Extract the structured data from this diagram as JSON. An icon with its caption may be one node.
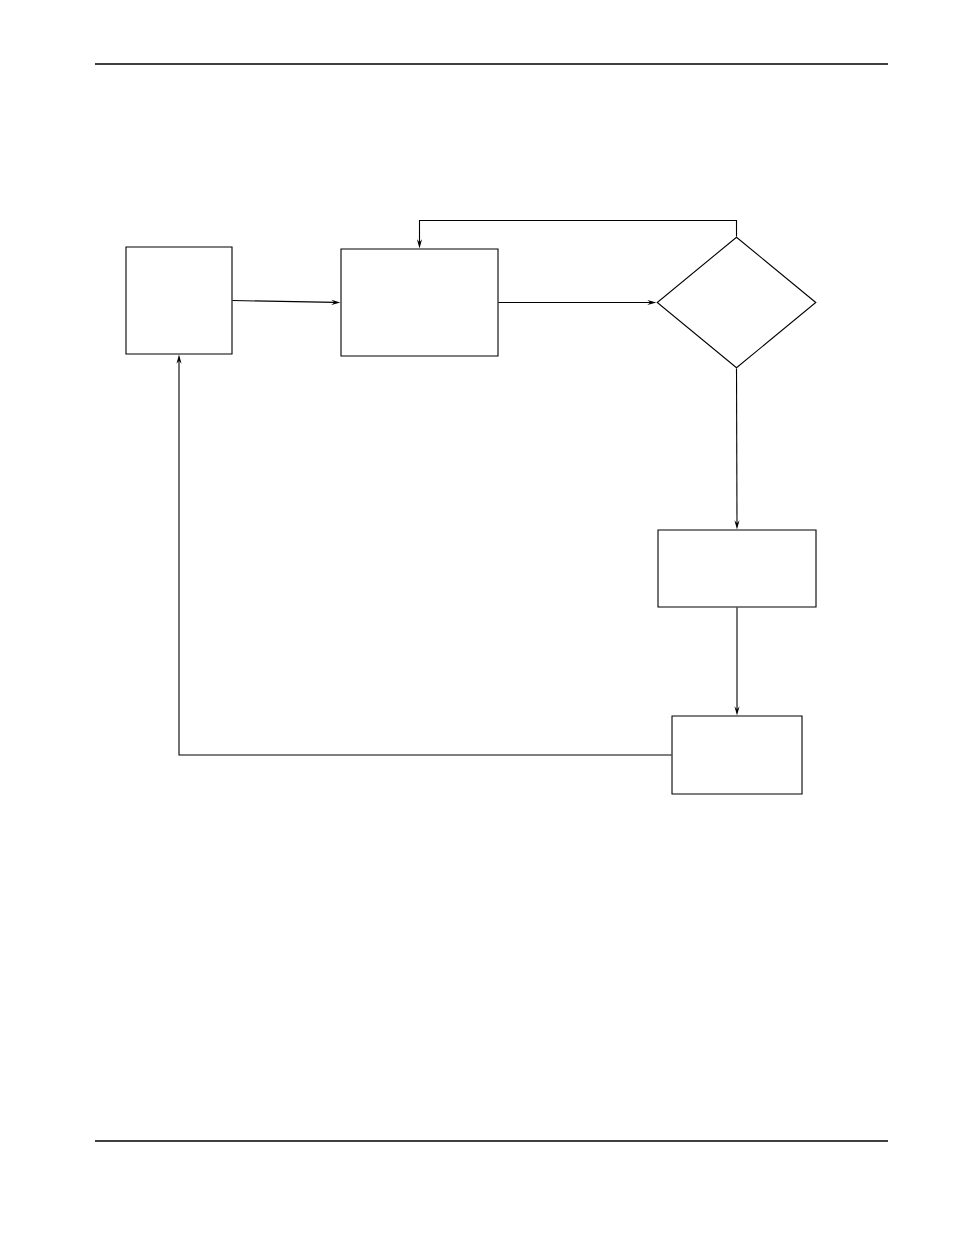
{
  "diagram": {
    "nodes": [
      {
        "text": [],
        "shape": "box"
      },
      {
        "text": [],
        "shape": "box"
      },
      {
        "text": [],
        "shape": "diamond"
      },
      {
        "text": [],
        "shape": "box"
      },
      {
        "text": [],
        "shape": "box"
      }
    ],
    "edges": [
      {
        "from": 0,
        "to": 1,
        "arrow": "to"
      },
      {
        "from": 1,
        "to": 2,
        "arrow": "to"
      },
      {
        "from": 2,
        "to": 1,
        "arrow": "to"
      },
      {
        "from": 2,
        "to": 3,
        "arrow": "to"
      },
      {
        "from": 3,
        "to": 4,
        "arrow": "to"
      },
      {
        "from": 4,
        "to": 0,
        "arrow": "to"
      }
    ]
  }
}
